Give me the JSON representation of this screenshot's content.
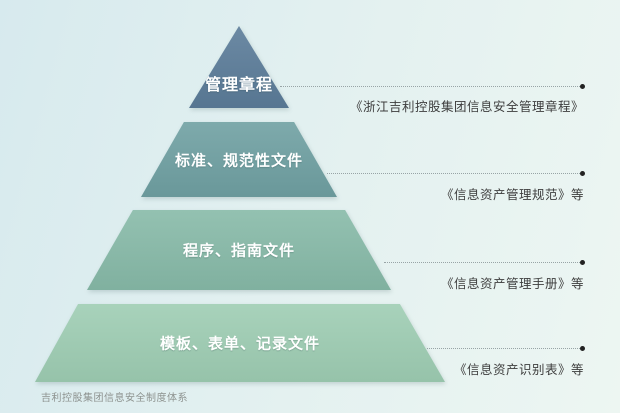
{
  "pyramid": {
    "levels": [
      {
        "label": "管理章程",
        "annotation": "《浙江吉利控股集团信息安全管理章程》",
        "color": "#5b7c99"
      },
      {
        "label": "标准、规范性文件",
        "annotation": "《信息资产管理规范》等",
        "color": "#6fa0a2"
      },
      {
        "label": "程序、指南文件",
        "annotation": "《信息资产管理手册》等",
        "color": "#87baa8"
      },
      {
        "label": "模板、表单、记录文件",
        "annotation": "《信息资产识别表》等",
        "color": "#9ecdb3"
      }
    ]
  },
  "connector": {
    "line_color": "#98a4a6",
    "dot_color": "#222222"
  },
  "caption": {
    "text": "吉利控股集团信息安全制度体系"
  }
}
